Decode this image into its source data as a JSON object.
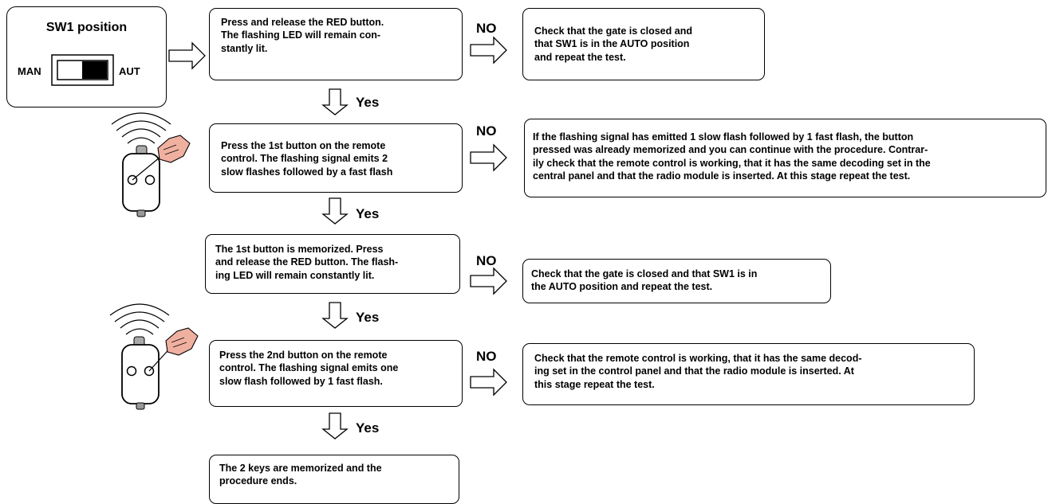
{
  "sw1": {
    "title": "SW1 position",
    "left_label": "MAN",
    "right_label": "AUT"
  },
  "steps": [
    "Press and release the RED button.\nThe flashing LED will remain con-\nstantly lit.",
    "Press the 1st button on the remote\ncontrol. The flashing signal emits 2\nslow flashes followed by a fast flash",
    "The 1st button is memorized. Press\nand release the RED button. The flash-\ning LED will remain constantly lit.",
    "Press the 2nd button on the remote\ncontrol. The flashing signal emits one\nslow flash followed by 1 fast flash.",
    "The 2 keys are memorized and the\nprocedure ends."
  ],
  "no_label": "NO",
  "yes_label": "Yes",
  "fails": [
    "Check that the gate is closed and\nthat SW1 is in the AUTO position\nand repeat the test.",
    "If the flashing signal has emitted 1 slow flash followed by 1 fast flash, the button\npressed was already memorized and you can continue with the procedure. Contrar-\nily check that the remote control is working, that it has the same decoding set in the\ncentral panel and that the radio module is inserted. At this stage repeat the test.",
    "Check that the gate is closed and that SW1 is in\nthe AUTO position and repeat the test.",
    "Check that the remote control is working, that it has the same decod-\ning set in the control panel and that the radio module is inserted. At\nthis stage repeat the test."
  ],
  "icons": [
    "dip-switch-icon",
    "remote-control-icon",
    "hand-pressing-icon",
    "radio-waves-icon",
    "hollow-arrow-right-icon",
    "hollow-arrow-down-icon"
  ]
}
